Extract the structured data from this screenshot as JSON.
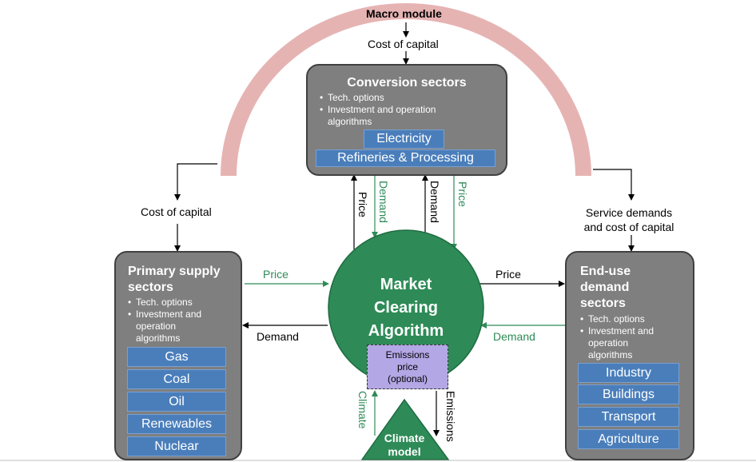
{
  "macro": {
    "title": "Macro module",
    "cost_top": "Cost of capital"
  },
  "conversion": {
    "title": "Conversion sectors",
    "bullets": [
      "Tech. options",
      "Investment and operation algorithms"
    ],
    "chips": [
      "Electricity",
      "Refineries & Processing"
    ]
  },
  "primary": {
    "title": "Primary supply sectors",
    "bullets": [
      "Tech. options",
      "Investment and operation algorithms"
    ],
    "chips": [
      "Gas",
      "Coal",
      "Oil",
      "Renewables",
      "Nuclear"
    ],
    "cost_label": "Cost of capital"
  },
  "enduse": {
    "title": "End-use demand sectors",
    "bullets": [
      "Tech. options",
      "Investment and operation algorithms"
    ],
    "chips": [
      "Industry",
      "Buildings",
      "Transport",
      "Agriculture"
    ],
    "service_label": "Service demands and cost of capital"
  },
  "market": {
    "title": "Market Clearing Algorithm"
  },
  "emissions_price": "Emissions price (optional)",
  "climate": {
    "title": "Climate model"
  },
  "flows": {
    "price": "Price",
    "demand": "Demand",
    "climate": "Climate",
    "emissions": "Emissions"
  },
  "colors": {
    "box_fill": "#7f7f7f",
    "chip_fill": "#4a7ebb",
    "market_fill": "#2e8b57",
    "arc": "#e6b3b3",
    "emissions_fill": "#b4a7e5",
    "green_text": "#2e8b57"
  }
}
